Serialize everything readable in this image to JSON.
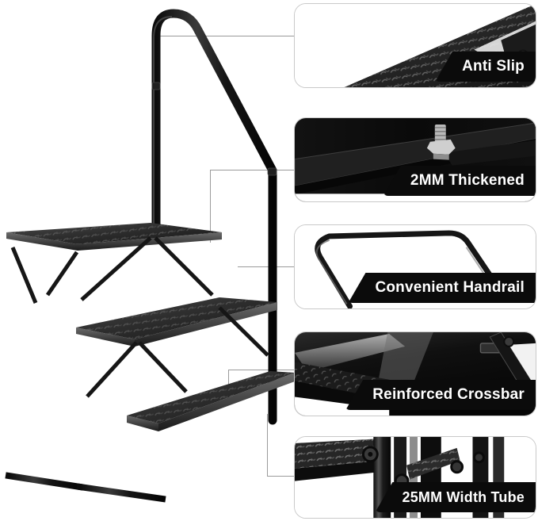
{
  "product": {
    "name": "3-step folding RV stairs with handrail",
    "description": "Black steel three-step platform stair with diamond-plate treads, diagonal braces and a tall curved handrail",
    "colors": {
      "steel": "#1a1a1a",
      "tread": "#2b2b2b",
      "highlight": "#5d5d5d",
      "background": "#ffffff",
      "connector": "#9a9a9a",
      "tag_background": "#0b0b0b",
      "tag_text": "#ffffff",
      "panel_border": "#c9c9c9"
    },
    "parts": {
      "handrail": "handrail-tube",
      "top_step": "top-step-tread",
      "middle_step": "middle-step-tread",
      "bottom_step": "bottom-step-tread",
      "brace": "diagonal-brace",
      "leg": "support-leg"
    }
  },
  "panels": [
    {
      "id": "anti-slip",
      "label": "Anti Slip",
      "art": "diamond-plate-tread-closeup"
    },
    {
      "id": "thickened",
      "label": "2MM Thickened",
      "art": "bolt-and-plate-edge-closeup"
    },
    {
      "id": "handrail",
      "label": "Convenient Handrail",
      "art": "handrail-tube-outline"
    },
    {
      "id": "crossbar",
      "label": "Reinforced Crossbar",
      "art": "underside-crossbar-closeup"
    },
    {
      "id": "width-tube",
      "label": "25MM Width Tube",
      "art": "square-tube-leg-closeup"
    }
  ]
}
